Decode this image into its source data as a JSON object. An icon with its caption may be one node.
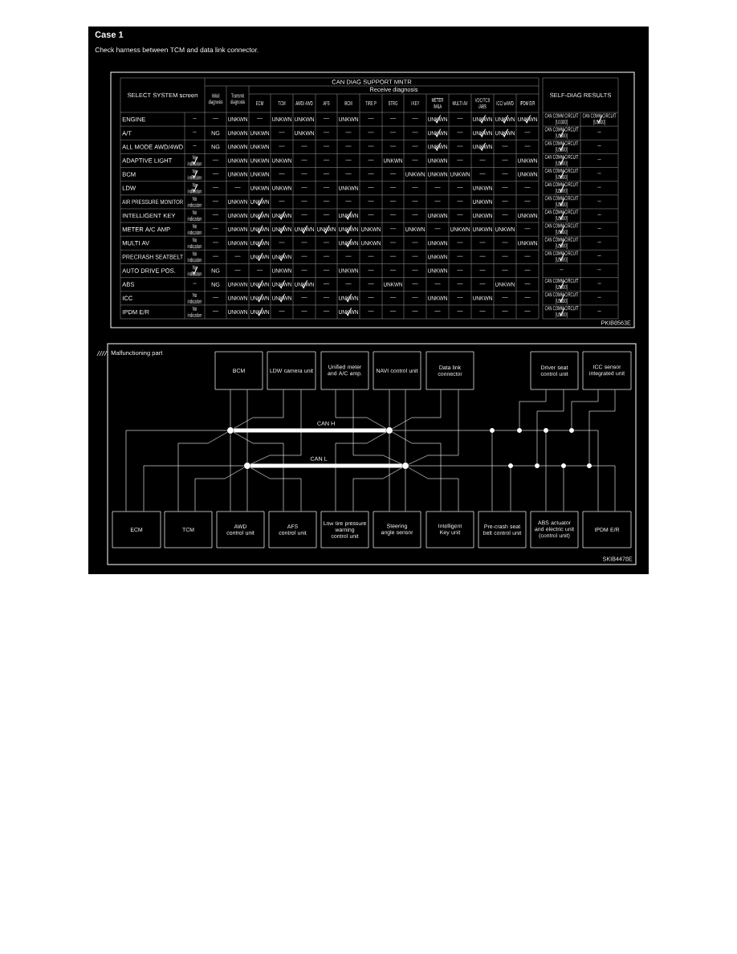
{
  "diagram": {
    "title": "Case 1",
    "nodes": [
      {
        "text": [
          "BCM"
        ]
      },
      {
        "text": [
          "LDW camera unit"
        ]
      },
      {
        "text": [
          "Unified meter and A/C amp."
        ]
      },
      {
        "text": [
          "NAVI control unit"
        ]
      },
      {
        "text": [
          "Data link connector"
        ]
      },
      {
        "text": [
          "Driver seat control unit"
        ]
      },
      {
        "text": [
          "ICC sensor integrated unit"
        ]
      },
      {
        "text": [],
        "shape": "circle"
      },
      {
        "text": [],
        "shape": "circle"
      },
      {
        "text": [],
        "shape": "circle"
      },
      {
        "text": [],
        "shape": "circle"
      },
      {
        "text": [],
        "shape": "circle"
      },
      {
        "text": [],
        "shape": "circle"
      },
      {
        "text": [],
        "shape": "circle"
      },
      {
        "text": [],
        "shape": "circle"
      },
      {
        "text": [],
        "shape": "circle"
      },
      {
        "text": [],
        "shape": "circle"
      },
      {
        "text": [],
        "shape": "circle"
      },
      {
        "text": [],
        "shape": "circle"
      },
      {
        "text": [
          "ECM"
        ]
      },
      {
        "text": [
          "TCM"
        ]
      },
      {
        "text": [
          "AWD",
          "control unit"
        ]
      },
      {
        "text": [
          "AFS",
          "control unit"
        ]
      },
      {
        "text": [
          "Low tire pressure warning control unit"
        ]
      },
      {
        "text": [
          "Steering angle sensor"
        ]
      },
      {
        "text": [
          "Intelligent",
          "Key unit"
        ]
      },
      {
        "text": [
          "Pre-crash seat belt control unit"
        ]
      },
      {
        "text": [
          "ABS actuator and electric unit (control unit)"
        ]
      },
      {
        "text": [
          "IPDM E/R"
        ]
      }
    ],
    "edges": [
      {
        "from": 7,
        "to": 8,
        "arrow": "none",
        "label": "CAN H",
        "style": "thick"
      },
      {
        "from": 8,
        "to": 9,
        "arrow": "none"
      },
      {
        "from": 9,
        "to": 10,
        "arrow": "none"
      },
      {
        "from": 10,
        "to": 11,
        "arrow": "none"
      },
      {
        "from": 11,
        "to": 12,
        "arrow": "none"
      },
      {
        "from": 12,
        "to": 28,
        "arrow": "none"
      },
      {
        "from": 13,
        "to": 14,
        "arrow": "none",
        "label": "CAN L",
        "style": "thick"
      },
      {
        "from": 14,
        "to": 15,
        "arrow": "none"
      },
      {
        "from": 15,
        "to": 16,
        "arrow": "none"
      },
      {
        "from": 16,
        "to": 17,
        "arrow": "none"
      },
      {
        "from": 17,
        "to": 18,
        "arrow": "none"
      },
      {
        "from": 18,
        "to": 28,
        "arrow": "none"
      },
      {
        "from": 0,
        "to": 7,
        "arrow": "none"
      },
      {
        "from": 0,
        "to": 13,
        "arrow": "none"
      },
      {
        "from": 1,
        "to": 7,
        "arrow": "none"
      },
      {
        "from": 1,
        "to": 13,
        "arrow": "none"
      },
      {
        "from": 2,
        "to": 8,
        "arrow": "none"
      },
      {
        "from": 2,
        "to": 14,
        "arrow": "none"
      },
      {
        "from": 3,
        "to": 8,
        "arrow": "none"
      },
      {
        "from": 3,
        "to": 14,
        "arrow": "none"
      },
      {
        "from": 4,
        "to": 8,
        "arrow": "none"
      },
      {
        "from": 4,
        "to": 14,
        "arrow": "none"
      },
      {
        "from": 5,
        "to": 10,
        "arrow": "none"
      },
      {
        "from": 5,
        "to": 16,
        "arrow": "none"
      },
      {
        "from": 6,
        "to": 12,
        "arrow": "none"
      },
      {
        "from": 6,
        "to": 18,
        "arrow": "none"
      },
      {
        "from": 19,
        "to": 7,
        "arrow": "none"
      },
      {
        "from": 19,
        "to": 13,
        "arrow": "none"
      },
      {
        "from": 20,
        "to": 7,
        "arrow": "none"
      },
      {
        "from": 20,
        "to": 13,
        "arrow": "none"
      },
      {
        "from": 21,
        "to": 7,
        "arrow": "none"
      },
      {
        "from": 21,
        "to": 13,
        "arrow": "none"
      },
      {
        "from": 22,
        "to": 7,
        "arrow": "none"
      },
      {
        "from": 22,
        "to": 13,
        "arrow": "none"
      },
      {
        "from": 23,
        "to": 8,
        "arrow": "none"
      },
      {
        "from": 23,
        "to": 14,
        "arrow": "none"
      },
      {
        "from": 24,
        "to": 8,
        "arrow": "none"
      },
      {
        "from": 24,
        "to": 14,
        "arrow": "none"
      },
      {
        "from": 25,
        "to": 8,
        "arrow": "none"
      },
      {
        "from": 25,
        "to": 14,
        "arrow": "none"
      },
      {
        "from": 26,
        "to": 9,
        "arrow": "none"
      },
      {
        "from": 26,
        "to": 15,
        "arrow": "none"
      },
      {
        "from": 27,
        "to": 11,
        "arrow": "none"
      },
      {
        "from": 27,
        "to": 17,
        "arrow": "none"
      }
    ],
    "labels": [
      "Check harness between TCM and data link connector.",
      "SELECT SYSTEM screen",
      "CAN DIAG SUPPORT MNTR",
      "SELF-DIAG RESULTS",
      "Initial diagnosis",
      "Transmit diagnosis",
      "Receive diagnosis",
      "ECM",
      "TCM",
      "AWD/ 4WD",
      "AFS",
      "BCM",
      "TIRE P",
      "STRG",
      "I KEY",
      "METER /M&A",
      "MULTI AV",
      "VDC/TCS /ABS",
      "ICC/ e4WD",
      "IPDM E/R",
      "ENGINE",
      "—",
      "—",
      "UNKWN",
      "—",
      "UNKWN",
      "UNKWN",
      "—",
      "UNKWN",
      "—",
      "—",
      "—",
      "UNKWN",
      "—",
      "UNKWN",
      "UNKWN",
      "UNKWN",
      "CAN COMM CIRCUIT [U1000]",
      "CAN COMM CIRCUIT [U1000]",
      "A/T",
      "—",
      "NG",
      "UNKWN",
      "UNKWN",
      "—",
      "UNKWN",
      "—",
      "—",
      "—",
      "—",
      "—",
      "UNKWN",
      "—",
      "UNKWN",
      "UNKWN",
      "—",
      "CAN COMM CIRCUIT [U1000]",
      "—",
      "ALL MODE AWD/4WD",
      "—",
      "NG",
      "UNKWN",
      "UNKWN",
      "—",
      "—",
      "—",
      "—",
      "—",
      "—",
      "—",
      "UNKWN",
      "—",
      "UNKWN",
      "—",
      "—",
      "CAN COMM CIRCUIT [U1000]",
      "—",
      "ADAPTIVE LIGHT",
      "No indication",
      "—",
      "UNKWN",
      "UNKWN",
      "UNKWN",
      "—",
      "—",
      "—",
      "—",
      "UNKWN",
      "—",
      "UNKWN",
      "—",
      "—",
      "—",
      "UNKWN",
      "CAN COMM CIRCUIT [U1000]",
      "—",
      "BCM",
      "No indication",
      "—",
      "UNKWN",
      "UNKWN",
      "—",
      "—",
      "—",
      "—",
      "—",
      "—",
      "UNKWN",
      "UNKWN",
      "UNKWN",
      "—",
      "—",
      "UNKWN",
      "CAN COMM CIRCUIT [U1000]",
      "—",
      "LDW",
      "No indication",
      "—",
      "—",
      "UNKWN",
      "UNKWN",
      "—",
      "—",
      "UNKWN",
      "—",
      "—",
      "—",
      "—",
      "—",
      "UNKWN",
      "—",
      "—",
      "CAN COMM CIRCUIT [U1000]",
      "—",
      "AIR PRESSURE MONITOR",
      "No indication",
      "—",
      "UNKWN",
      "UNKWN",
      "—",
      "—",
      "—",
      "—",
      "—",
      "—",
      "—",
      "—",
      "—",
      "UNKWN",
      "—",
      "—",
      "CAN COMM CIRCUIT [U1000]",
      "—",
      "INTELLIGENT KEY",
      "No indication",
      "—",
      "UNKWN",
      "UNKWN",
      "UNKWN",
      "—",
      "—",
      "UNKWN",
      "—",
      "—",
      "—",
      "UNKWN",
      "—",
      "UNKWN",
      "—",
      "UNKWN",
      "CAN COMM CIRCUIT [U1000]",
      "—",
      "METER A/C AMP",
      "No indication",
      "—",
      "UNKWN",
      "UNKWN",
      "UNKWN",
      "UNKWN",
      "UNKWN",
      "UNKWN",
      "UNKWN",
      "—",
      "UNKWN",
      "—",
      "UNKWN",
      "UNKWN",
      "UNKWN",
      "—",
      "CAN COMM CIRCUIT [U1000]",
      "—",
      "MULTI AV",
      "No indication",
      "—",
      "UNKWN",
      "UNKWN",
      "—",
      "—",
      "—",
      "UNKWN",
      "UNKWN",
      "—",
      "—",
      "UNKWN",
      "—",
      "—",
      "—",
      "UNKWN",
      "CAN COMM CIRCUIT [U1000]",
      "—",
      "PRECRASH SEATBELT",
      "No indication",
      "—",
      "—",
      "UNKWN",
      "UNKWN",
      "—",
      "—",
      "—",
      "—",
      "—",
      "—",
      "UNKWN",
      "—",
      "—",
      "—",
      "—",
      "CAN COMM CIRCUIT [U1000]",
      "—",
      "AUTO DRIVE POS.",
      "No indication",
      "NG",
      "—",
      "—",
      "UNKWN",
      "—",
      "—",
      "UNKWN",
      "—",
      "—",
      "—",
      "UNKWN",
      "—",
      "—",
      "—",
      "—",
      "—",
      "—",
      "ABS",
      "—",
      "NG",
      "UNKWN",
      "UNKWN",
      "UNKWN",
      "UNKWN",
      "—",
      "—",
      "—",
      "UNKWN",
      "—",
      "—",
      "—",
      "—",
      "UNKWN",
      "—",
      "CAN COMM CIRCUIT [U1000]",
      "—",
      "ICC",
      "No indication",
      "—",
      "UNKWN",
      "UNKWN",
      "UNKWN",
      "—",
      "—",
      "UNKWN",
      "—",
      "—",
      "—",
      "UNKWN",
      "—",
      "UNKWN",
      "—",
      "—",
      "CAN COMM CIRCUIT [U1000]",
      "—",
      "IPDM E/R",
      "No indication",
      "—",
      "UNKWN",
      "UNKWN",
      "—",
      "—",
      "—",
      "UNKWN",
      "—",
      "—",
      "—",
      "—",
      "—",
      "—",
      "—",
      "—",
      "CAN COMM CIRCUIT [U1000]",
      "—",
      "PKIB8563E",
      "SKIB4478E"
    ],
    "legend": [
      {
        "text": ": Malfunctioning part"
      }
    ]
  }
}
